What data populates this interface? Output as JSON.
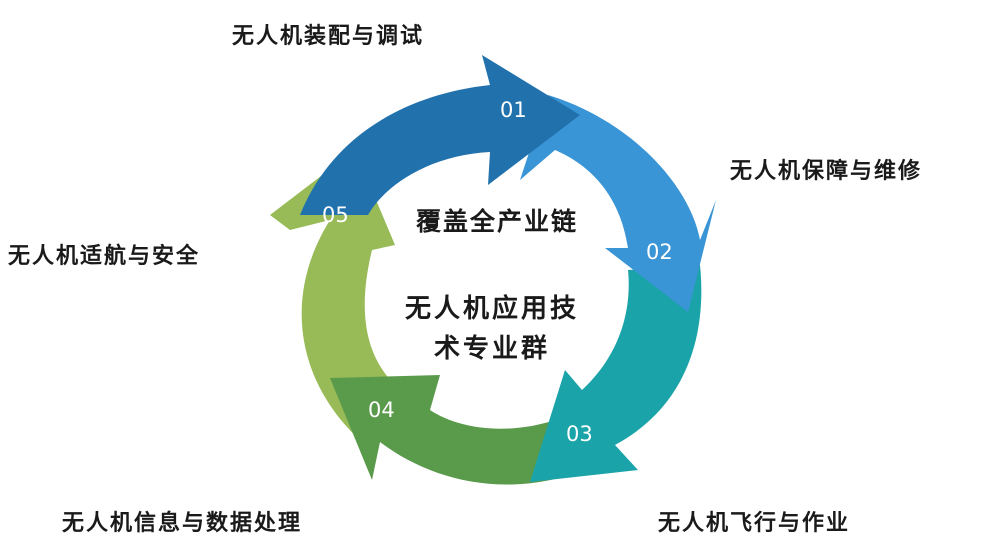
{
  "center": {
    "top": "覆盖全产业链",
    "line1": "无人机应用技",
    "line2": "术专业群"
  },
  "segments": [
    {
      "num": "01",
      "label": "无人机装配与调试",
      "color": "#2171ad"
    },
    {
      "num": "02",
      "label": "无人机保障与维修",
      "color": "#3a95d6"
    },
    {
      "num": "03",
      "label": "无人机飞行与作业",
      "color": "#1aa3a9"
    },
    {
      "num": "04",
      "label": "无人机信息与数据处理",
      "color": "#5a9a4b"
    },
    {
      "num": "05",
      "label": "无人机适航与安全",
      "color": "#98bb57"
    }
  ]
}
